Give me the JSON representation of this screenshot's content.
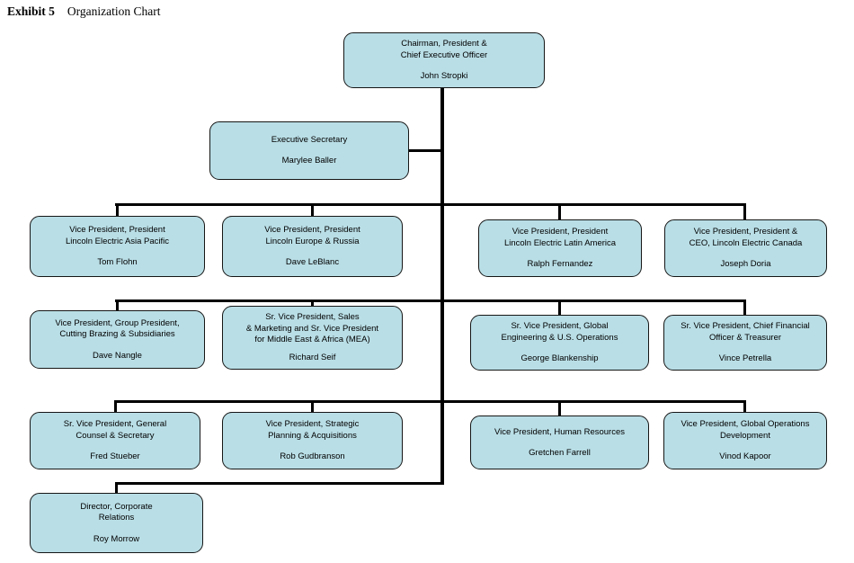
{
  "page": {
    "exhibit_label": "Exhibit 5",
    "title": "Organization Chart"
  },
  "colors": {
    "box_fill": "#b9dee6",
    "box_border": "#161616",
    "connector": "#000000"
  },
  "boxes": [
    {
      "id": "ceo",
      "title": "Chairman, President &\nChief Executive Officer",
      "name": "John Stropki"
    },
    {
      "id": "executive-secretary",
      "title": "Executive Secretary",
      "name": "Marylee Baller"
    },
    {
      "id": "vp-asia-pacific",
      "title": "Vice President, President\nLincoln Electric Asia Pacific",
      "name": "Tom Flohn"
    },
    {
      "id": "vp-europe-russia",
      "title": "Vice President, President\nLincoln Europe & Russia",
      "name": "Dave LeBlanc"
    },
    {
      "id": "vp-latin-america",
      "title": "Vice President, President\nLincoln Electric Latin America",
      "name": "Ralph Fernandez"
    },
    {
      "id": "vp-canada",
      "title": "Vice President, President &\nCEO, Lincoln Electric Canada",
      "name": "Joseph Doria"
    },
    {
      "id": "vp-cutting-brazing",
      "title": "Vice President, Group President,\nCutting Brazing & Subsidiaries",
      "name": "Dave Nangle"
    },
    {
      "id": "svp-sales-marketing-mea",
      "title": "Sr. Vice President, Sales\n& Marketing and Sr. Vice President\nfor Middle East & Africa (MEA)",
      "name": "Richard Seif"
    },
    {
      "id": "svp-global-engineering",
      "title": "Sr. Vice President, Global\nEngineering & U.S. Operations",
      "name": "George Blankenship"
    },
    {
      "id": "svp-cfo-treasurer",
      "title": "Sr. Vice President, Chief Financial\nOfficer & Treasurer",
      "name": "Vince Petrella"
    },
    {
      "id": "svp-general-counsel",
      "title": "Sr. Vice President, General\nCounsel & Secretary",
      "name": "Fred Stueber"
    },
    {
      "id": "vp-strategic-planning",
      "title": "Vice President, Strategic\nPlanning & Acquisitions",
      "name": "Rob Gudbranson"
    },
    {
      "id": "vp-human-resources",
      "title": "Vice President, Human Resources",
      "name": "Gretchen Farrell"
    },
    {
      "id": "vp-global-operations",
      "title": "Vice President, Global Operations\nDevelopment",
      "name": "Vinod Kapoor"
    },
    {
      "id": "director-corporate-relations",
      "title": "Director, Corporate\nRelations",
      "name": "Roy Morrow"
    }
  ]
}
